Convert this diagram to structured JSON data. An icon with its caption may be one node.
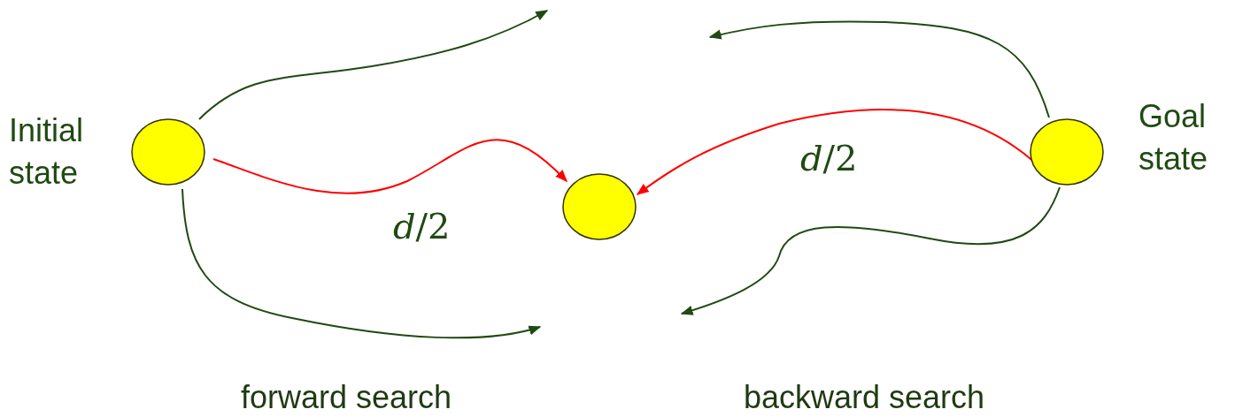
{
  "diagram": {
    "nodes": [
      {
        "text": [],
        "shape": "circle",
        "beside": [
          "Initial state"
        ]
      },
      {
        "text": [],
        "shape": "circle"
      },
      {
        "text": [],
        "shape": "circle",
        "beside": [
          "Goal state"
        ]
      }
    ],
    "edges": [
      {
        "from": 0,
        "to": null,
        "arrow": "to"
      },
      {
        "from": 0,
        "to": 1,
        "arrow": "to",
        "label": "*d*/2",
        "color": "#ff0000"
      },
      {
        "from": 0,
        "to": null,
        "arrow": "to"
      },
      {
        "from": 2,
        "to": null,
        "arrow": "to"
      },
      {
        "from": 2,
        "to": 1,
        "arrow": "to",
        "label": "*d*/2",
        "color": "#ff0000"
      },
      {
        "from": 2,
        "to": null,
        "arrow": "to"
      }
    ],
    "labels": [
      "forward search",
      "backward search"
    ]
  }
}
